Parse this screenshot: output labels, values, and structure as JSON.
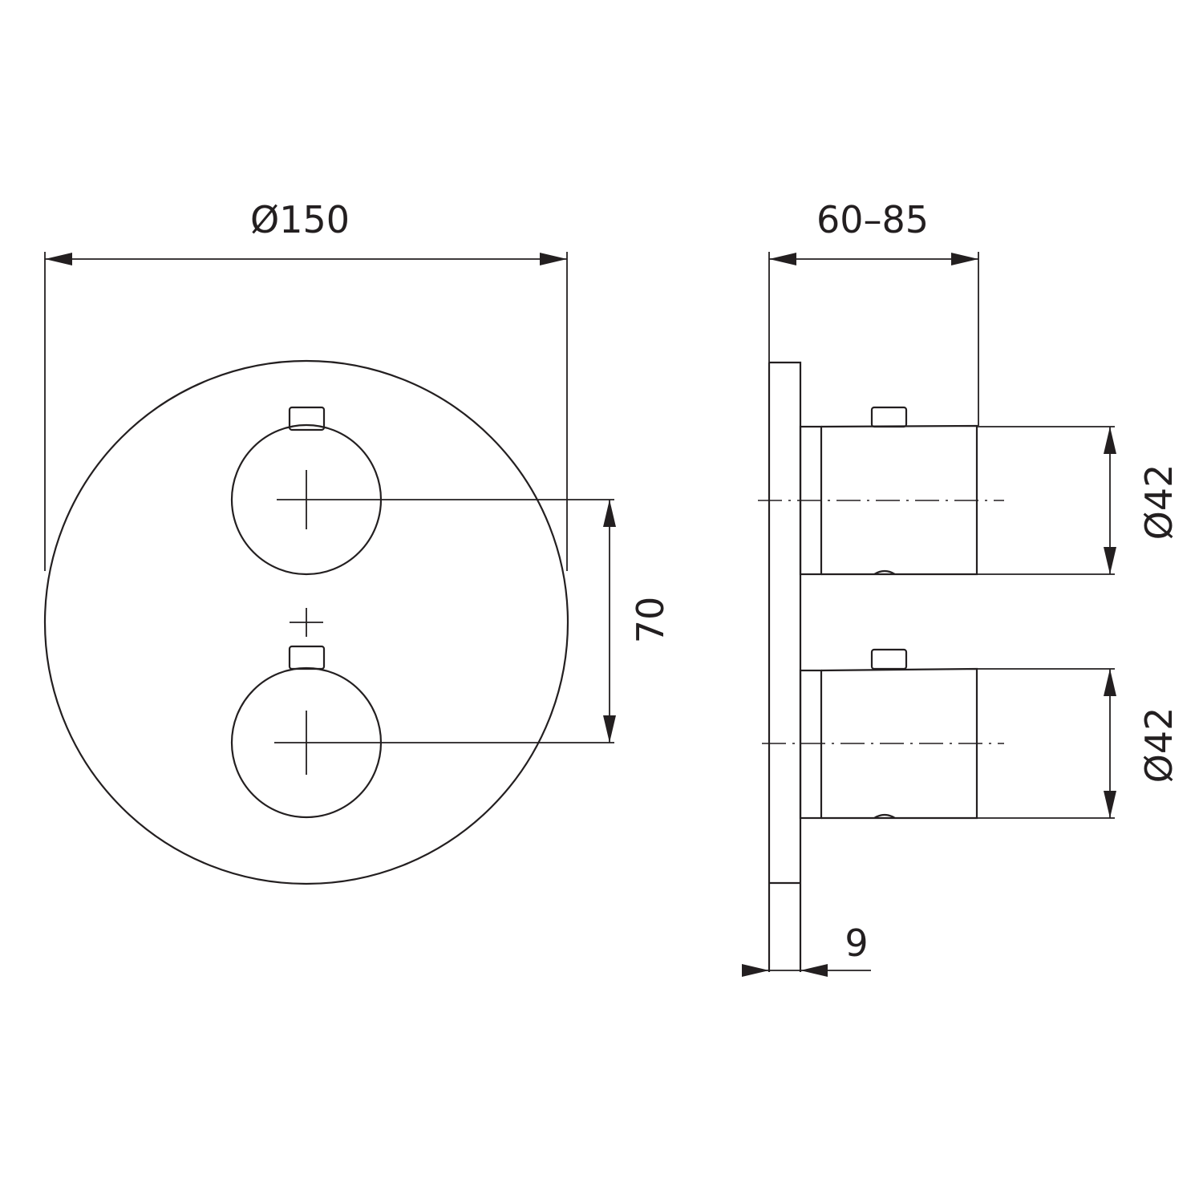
{
  "dimensions": {
    "front_diameter": "Ø150",
    "knob_spacing": "70",
    "projection": "60–85",
    "knob_diameter_top": "Ø42",
    "knob_diameter_bottom": "Ø42",
    "plate_thickness": "9"
  }
}
